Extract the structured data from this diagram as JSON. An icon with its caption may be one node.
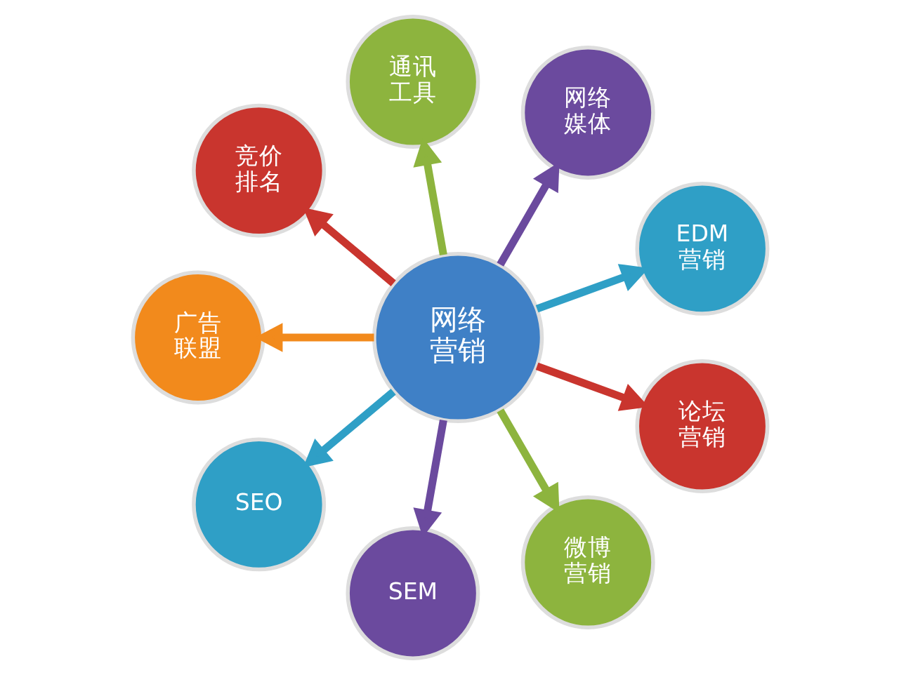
{
  "diagram": {
    "nodes": [
      {
        "text": [
          "网络营销"
        ]
      },
      {
        "text": [
          "论坛营销"
        ]
      },
      {
        "text": [
          "微博营销"
        ]
      },
      {
        "text": [
          "SEM"
        ]
      },
      {
        "text": [
          "SEO"
        ]
      },
      {
        "text": [
          "广告联盟"
        ]
      },
      {
        "text": [
          "竞价排名"
        ]
      },
      {
        "text": [
          "通讯工具"
        ]
      },
      {
        "text": [
          "网络媒体"
        ]
      },
      {
        "text": [
          "EDM营销"
        ]
      }
    ],
    "edges": [
      {
        "from": 0,
        "to": 1,
        "arrow": "to",
        "color": "#c9352e"
      },
      {
        "from": 0,
        "to": 2,
        "arrow": "to",
        "color": "#8db43e"
      },
      {
        "from": 0,
        "to": 3,
        "arrow": "to",
        "color": "#6b4a9e"
      },
      {
        "from": 0,
        "to": 4,
        "arrow": "to",
        "color": "#2f9fc6"
      },
      {
        "from": 0,
        "to": 5,
        "arrow": "to",
        "color": "#f28a1c"
      },
      {
        "from": 0,
        "to": 6,
        "arrow": "to",
        "color": "#c9352e"
      },
      {
        "from": 0,
        "to": 7,
        "arrow": "to",
        "color": "#8db43e"
      },
      {
        "from": 0,
        "to": 8,
        "arrow": "to",
        "color": "#6b4a9e"
      },
      {
        "from": 0,
        "to": 9,
        "arrow": "to",
        "color": "#2f9fc6"
      }
    ]
  }
}
